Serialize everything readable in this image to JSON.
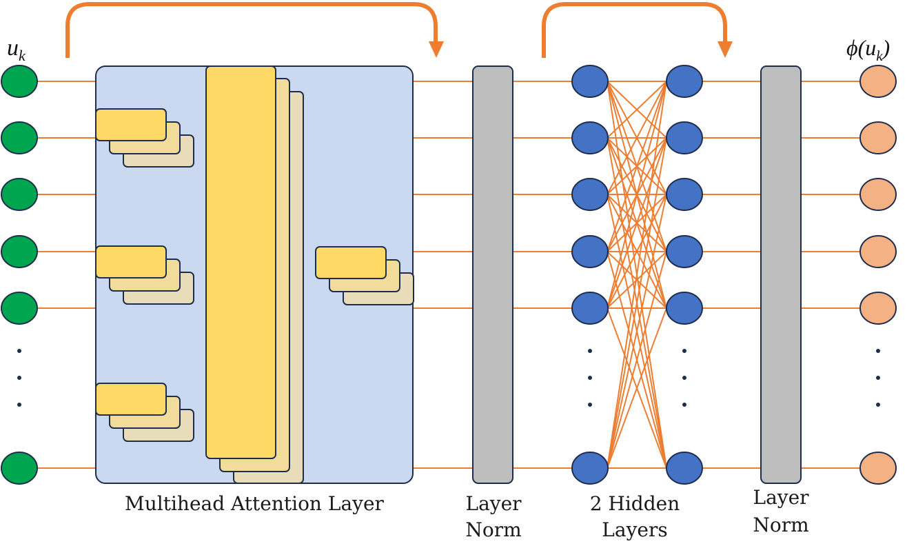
{
  "labels": {
    "input": "u",
    "input_sub": "k",
    "output_fn": "ϕ(u",
    "output_sub": "k",
    "output_close": ")",
    "attention": "Multihead Attention Layer",
    "norm1_line1": "Layer",
    "norm1_line2": "Norm",
    "hidden_line1": "2 Hidden",
    "hidden_line2": "Layers",
    "norm2_line1": "Layer",
    "norm2_line2": "Norm"
  },
  "colors": {
    "input_node": "#00A550",
    "hidden_node": "#4472C4",
    "output_node": "#F4B183",
    "connection": "#ED7D31",
    "attention_bg": "#CBD9F0",
    "head_block": "#FFD966",
    "head_shadow_1": "#F1DC9C",
    "head_shadow_2": "#E8DDB8",
    "norm_bar": "#BEBEBE",
    "outline": "#1F2D4D"
  }
}
